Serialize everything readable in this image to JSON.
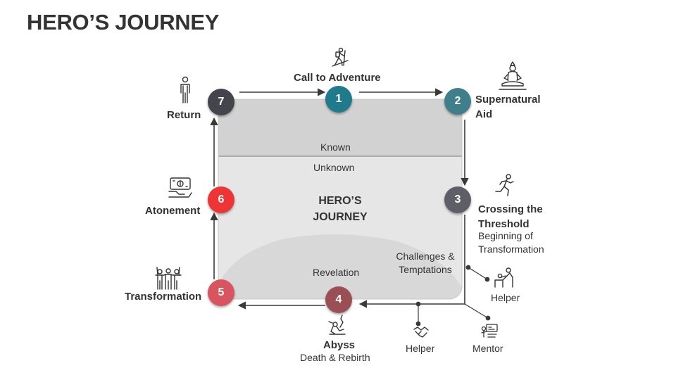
{
  "slide": {
    "title": "HERO’S JOURNEY"
  },
  "diagram": {
    "center_title_line1": "HERO’S",
    "center_title_line2": "JOURNEY",
    "zone_known": "Known",
    "zone_unknown": "Unknown",
    "revelation": "Revelation",
    "challenges_line1": "Challenges &",
    "challenges_line2": "Temptations",
    "helper_right": "Helper",
    "helper_bottom": "Helper",
    "mentor": "Mentor"
  },
  "stages": [
    {
      "number": "1",
      "label": "Call to Adventure",
      "color": "#1f7a8c",
      "icon": "hiker-icon"
    },
    {
      "number": "2",
      "label_line1": "Supernatural",
      "label_line2": "Aid",
      "color": "#3f7f8c",
      "icon": "meditating-person-icon"
    },
    {
      "number": "3",
      "label_line1": "Crossing the",
      "label_line2": "Threshold",
      "sub_line1": "Beginning of",
      "sub_line2": "Transformation",
      "color": "#5e5e66",
      "icon": "running-person-icon"
    },
    {
      "number": "4",
      "label": "Abyss",
      "sub": "Death & Rebirth",
      "color": "#9a4f55",
      "icon": "falling-person-icon"
    },
    {
      "number": "5",
      "label": "Transformation",
      "color": "#d8545e",
      "icon": "team-celebration-icon"
    },
    {
      "number": "6",
      "label": "Atonement",
      "color": "#ee3535",
      "icon": "money-payment-icon"
    },
    {
      "number": "7",
      "label": "Return",
      "color": "#44444c",
      "icon": "standing-person-icon"
    }
  ],
  "colors": {
    "known_fill": "#d3d3d3",
    "unknown_fill": "#e8e8e8",
    "line": "#3a3a3a"
  }
}
